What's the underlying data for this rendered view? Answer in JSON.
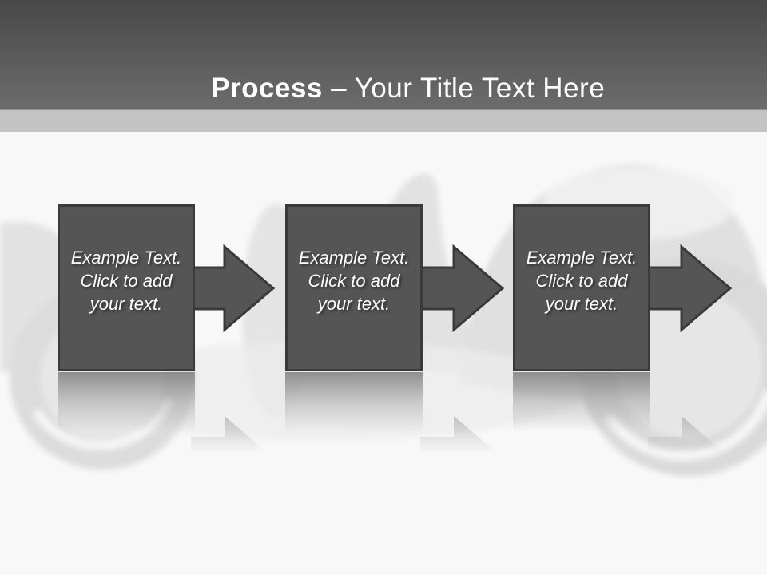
{
  "header": {
    "title_bold": "Process",
    "title_rest": " – Your Title Text Here"
  },
  "steps": [
    {
      "lines": [
        "Example Text.",
        "Click to add",
        "your text."
      ]
    },
    {
      "lines": [
        "Example Text.",
        "Click to add",
        "your text."
      ]
    },
    {
      "lines": [
        "Example Text.",
        "Click to add",
        "your text."
      ]
    }
  ],
  "colors": {
    "header_top": "#484848",
    "header_bottom": "#6c6c6c",
    "strip": "#c3c3c3",
    "background": "#f8f8f8",
    "shape_fill": "#555555",
    "shape_border": "#3a3a3a",
    "title_text": "#ffffff",
    "step_text": "#ffffff",
    "watermark_gray": "#e2e2e2"
  }
}
